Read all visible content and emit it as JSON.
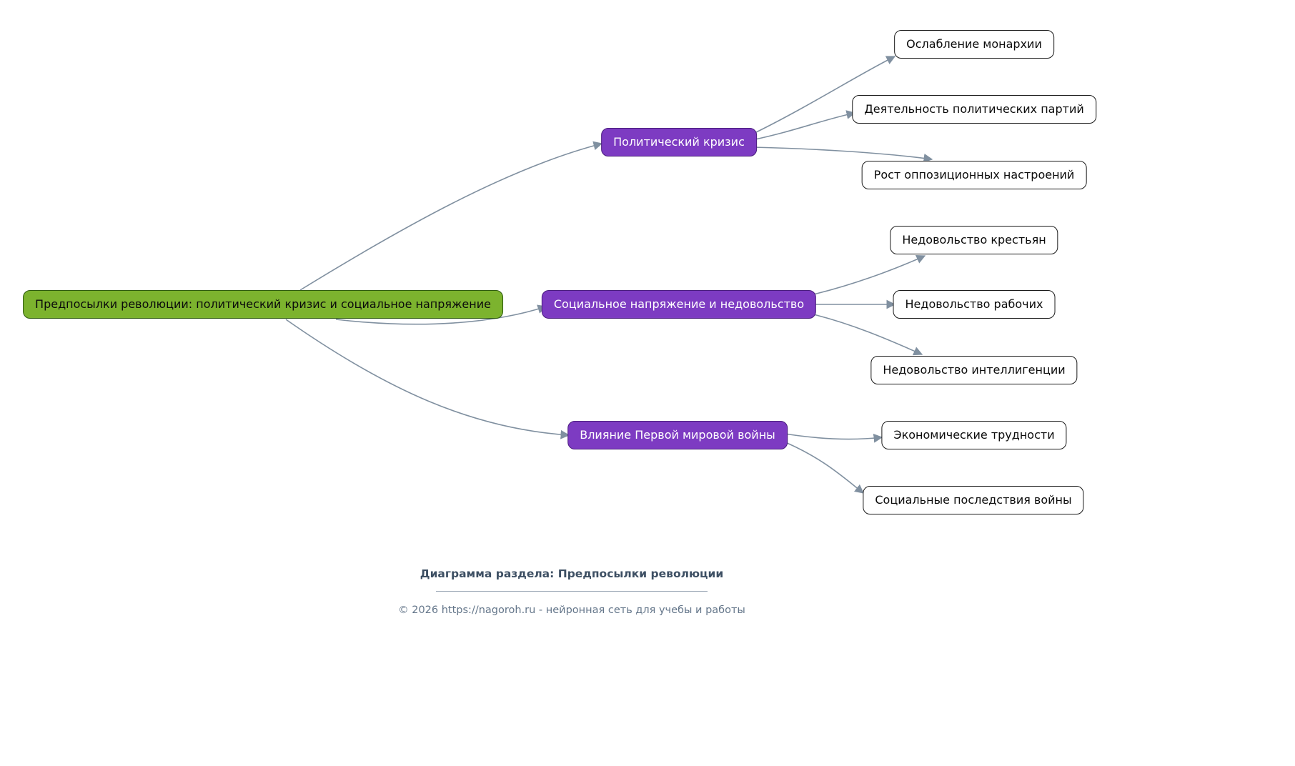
{
  "diagram": {
    "root": {
      "label": "Предпосылки революции: политический кризис и социальное напряжение"
    },
    "branches": [
      {
        "label": "Политический кризис",
        "children": [
          {
            "label": "Ослабление монархии"
          },
          {
            "label": "Деятельность политических партий"
          },
          {
            "label": "Рост оппозиционных настроений"
          }
        ]
      },
      {
        "label": "Социальное напряжение и недовольство",
        "children": [
          {
            "label": "Недовольство крестьян"
          },
          {
            "label": "Недовольство рабочих"
          },
          {
            "label": "Недовольство интеллигенции"
          }
        ]
      },
      {
        "label": "Влияние Первой мировой войны",
        "children": [
          {
            "label": "Экономические трудности"
          },
          {
            "label": "Социальные последствия войны"
          }
        ]
      }
    ]
  },
  "footer": {
    "caption": "Диаграмма раздела: Предпосылки революции",
    "copyright": "© 2026 https://nagoroh.ru - нейронная сеть для учебы и работы"
  },
  "colors": {
    "root_fill": "#7CB32E",
    "root_stroke": "#2E5B0E",
    "root_text": "#0B0B0B",
    "branch_fill": "#7D3BC2",
    "branch_stroke": "#4A1D7E",
    "branch_text": "#FFFFFF",
    "leaf_fill": "#FFFFFF",
    "leaf_stroke": "#1A1A1A",
    "leaf_text": "#0B0B0B",
    "edge": "#8090A0",
    "footer_title": "#3D4F63",
    "footer_text": "#64768A"
  }
}
